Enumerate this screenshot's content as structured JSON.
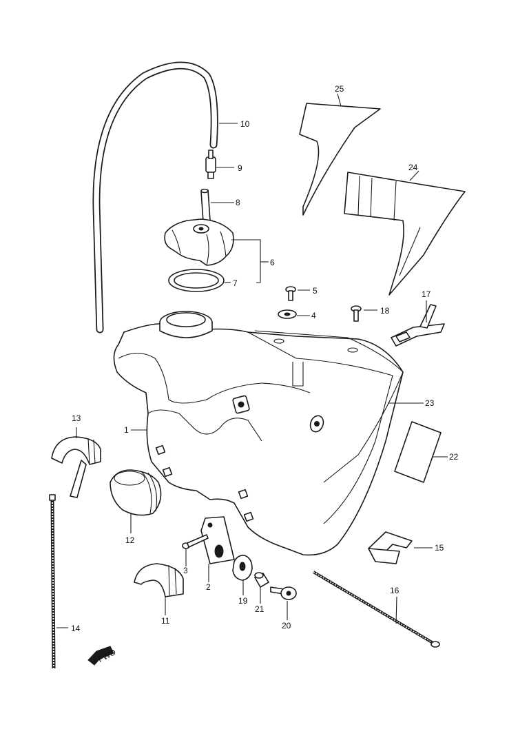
{
  "diagram": {
    "callouts": [
      {
        "id": "c1",
        "label": "1"
      },
      {
        "id": "c2",
        "label": "2"
      },
      {
        "id": "c3",
        "label": "3"
      },
      {
        "id": "c4",
        "label": "4"
      },
      {
        "id": "c5",
        "label": "5"
      },
      {
        "id": "c6",
        "label": "6"
      },
      {
        "id": "c7",
        "label": "7"
      },
      {
        "id": "c8",
        "label": "8"
      },
      {
        "id": "c9",
        "label": "9"
      },
      {
        "id": "c10",
        "label": "10"
      },
      {
        "id": "c11",
        "label": "11"
      },
      {
        "id": "c12",
        "label": "12"
      },
      {
        "id": "c13",
        "label": "13"
      },
      {
        "id": "c14",
        "label": "14"
      },
      {
        "id": "c15",
        "label": "15"
      },
      {
        "id": "c16",
        "label": "16"
      },
      {
        "id": "c17",
        "label": "17"
      },
      {
        "id": "c18",
        "label": "18"
      },
      {
        "id": "c19",
        "label": "19"
      },
      {
        "id": "c20",
        "label": "20"
      },
      {
        "id": "c21",
        "label": "21"
      },
      {
        "id": "c22",
        "label": "22"
      },
      {
        "id": "c23",
        "label": "23"
      },
      {
        "id": "c24",
        "label": "24"
      },
      {
        "id": "c25",
        "label": "25"
      }
    ],
    "fwd_label": "FWD"
  }
}
